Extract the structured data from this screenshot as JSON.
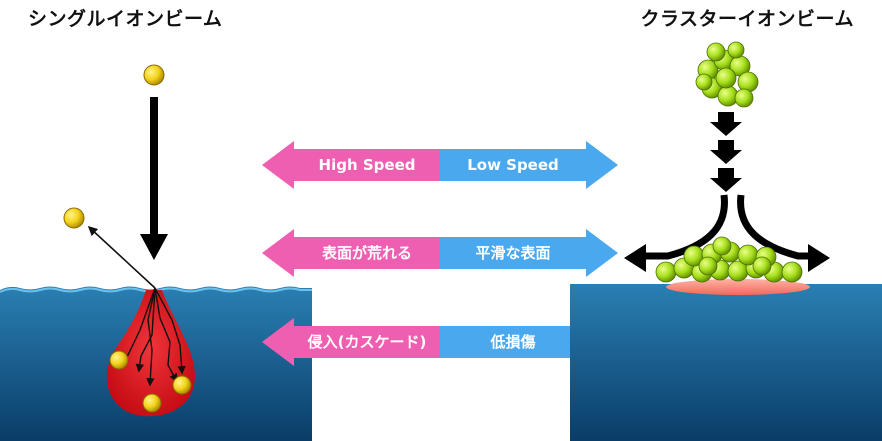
{
  "titles": {
    "single": "シングルイオンビーム",
    "cluster": "クラスターイオンビーム"
  },
  "comparisons": [
    {
      "left": "High Speed",
      "right": "Low Speed"
    },
    {
      "left": "表面が荒れる",
      "right": "平滑な表面"
    },
    {
      "left": "侵入(カスケード)",
      "right": "低損傷"
    }
  ],
  "colors": {
    "pink": "#ef5fb1",
    "blue": "#4aa8ee",
    "water_top": "#2a7fb3",
    "water_bottom": "#0a3d68",
    "damage_red": "#e0141c",
    "ion_yellow": "#f2d21a",
    "cluster_green": "#a6df1c"
  }
}
